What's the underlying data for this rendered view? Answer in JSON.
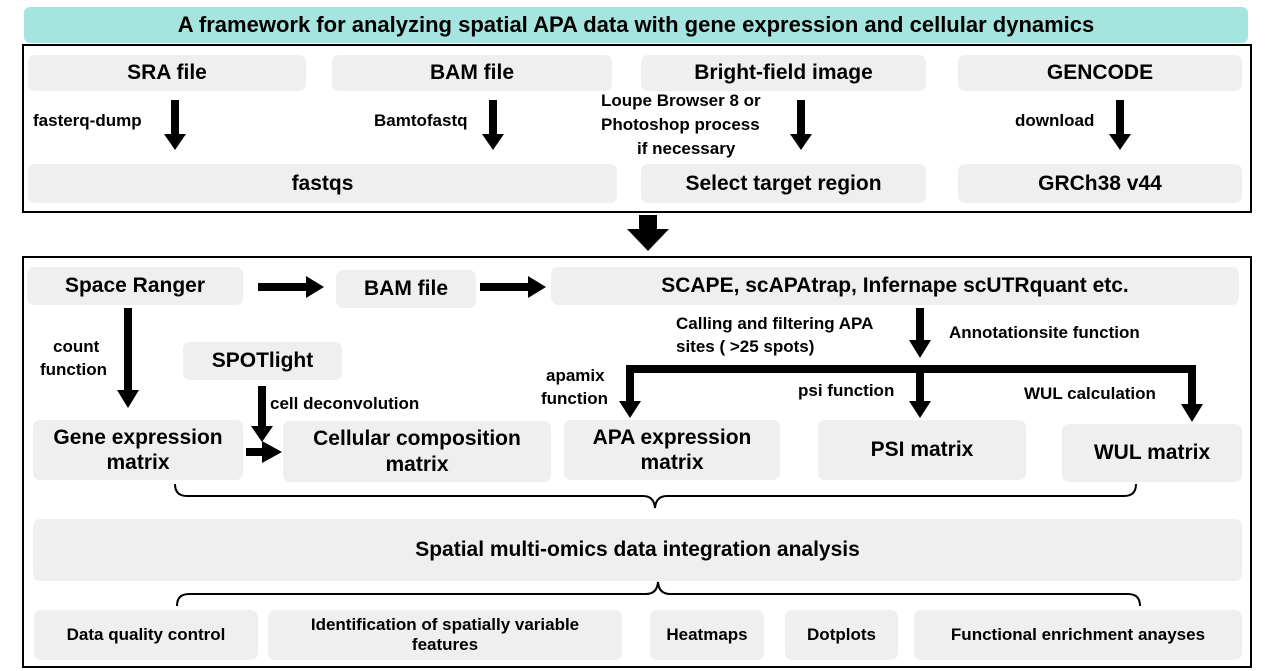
{
  "title": "A framework for analyzing spatial APA data with gene expression and cellular dynamics",
  "top": {
    "sra_file": "SRA file",
    "bam_file": "BAM file",
    "bright_field": "Bright-field image",
    "gencode": "GENCODE",
    "fasterq_dump": "fasterq-dump",
    "bamtofastq": "Bamtofastq",
    "loupe_line1": "Loupe Browser 8 or",
    "loupe_line2": "Photoshop process",
    "loupe_line3": "if necessary",
    "download": "download",
    "fastqs": "fastqs",
    "select_target": "Select target region",
    "grch38": "GRCh38 v44"
  },
  "bottom": {
    "space_ranger": "Space Ranger",
    "bam_file": "BAM file",
    "apa_tools": "SCAPE, scAPAtrap, Infernape scUTRquant etc.",
    "count_line1": "count",
    "count_line2": "function",
    "spotlight": "SPOTlight",
    "cell_deconvolution": "cell deconvolution",
    "calling_line1": "Calling and filtering APA",
    "calling_line2": "sites ( >25 spots)",
    "annotationsite": "Annotationsite function",
    "apamix_line1": "apamix",
    "apamix_line2": "function",
    "psi_function": "psi function",
    "wul_calculation": "WUL calculation",
    "gene_expr_line1": "Gene expression",
    "gene_expr_line2": "matrix",
    "cell_comp_line1": "Cellular composition",
    "cell_comp_line2": "matrix",
    "apa_expr_line1": "APA expression",
    "apa_expr_line2": "matrix",
    "psi_matrix": "PSI matrix",
    "wul_matrix": "WUL matrix",
    "integration": "Spatial multi-omics data integration analysis",
    "qc": "Data quality control",
    "svf_line1": "Identification of spatially variable",
    "svf_line2": "features",
    "heatmaps": "Heatmaps",
    "dotplots": "Dotplots",
    "enrichment": "Functional enrichment anayses"
  }
}
